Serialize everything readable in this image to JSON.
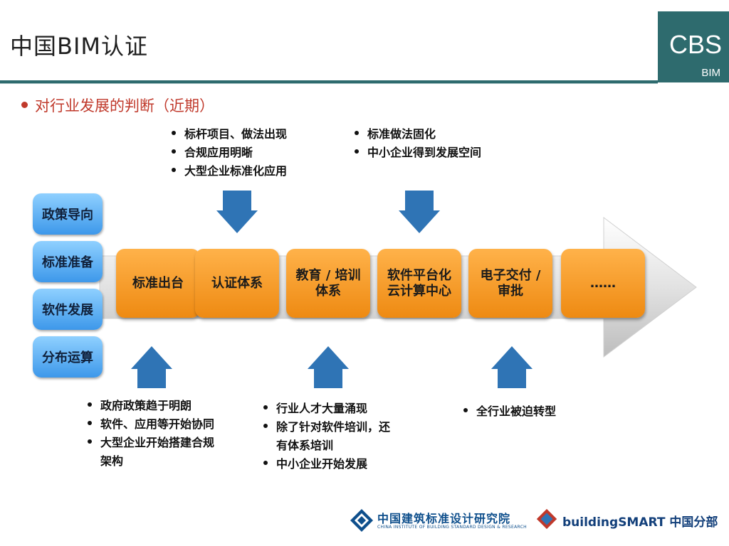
{
  "header": {
    "title": "中国BIM认证",
    "logo_main": "CBS",
    "logo_sub": "BIM"
  },
  "subhead": "对行业发展的判断（近期）",
  "side_labels": [
    "政策导向",
    "标准准备",
    "软件发展",
    "分布运算"
  ],
  "stages": [
    {
      "line1": "标准出台",
      "line2": ""
    },
    {
      "line1": "认证体系",
      "line2": ""
    },
    {
      "line1": "教育 / 培训",
      "line2": "体系"
    },
    {
      "line1": "软件平台化",
      "line2": "云计算中心"
    },
    {
      "line1": "电子交付 /",
      "line2": "审批"
    },
    {
      "line1": "……",
      "line2": ""
    }
  ],
  "top_bullets_1": [
    "标杆项目、做法出现",
    "合规应用明晰",
    "大型企业标准化应用"
  ],
  "top_bullets_2": [
    "标准做法固化",
    "中小企业得到发展空间"
  ],
  "bottom_bullets_1": [
    "政府政策趋于明朗",
    "软件、应用等开始协同",
    "大型企业开始搭建合规",
    "架构"
  ],
  "bottom_bullets_2": [
    "行业人才大量涌现",
    "除了针对软件培训，还",
    "有体系培训",
    "中小企业开始发展"
  ],
  "bottom_bullets_3": [
    "全行业被迫转型"
  ],
  "footer": {
    "org_cn": "中国建筑标准设计研究院",
    "org_en": "CHINA INSTITUTE OF BUILDING STANDARD DESIGN & RESEARCH",
    "partner": "buildingSMART 中国分部"
  },
  "colors": {
    "teal": "#2e6b6e",
    "orange": "#ee8a12",
    "blue": "#3d98ea",
    "arrow_blue": "#2f74b5",
    "red": "#c0392b"
  }
}
